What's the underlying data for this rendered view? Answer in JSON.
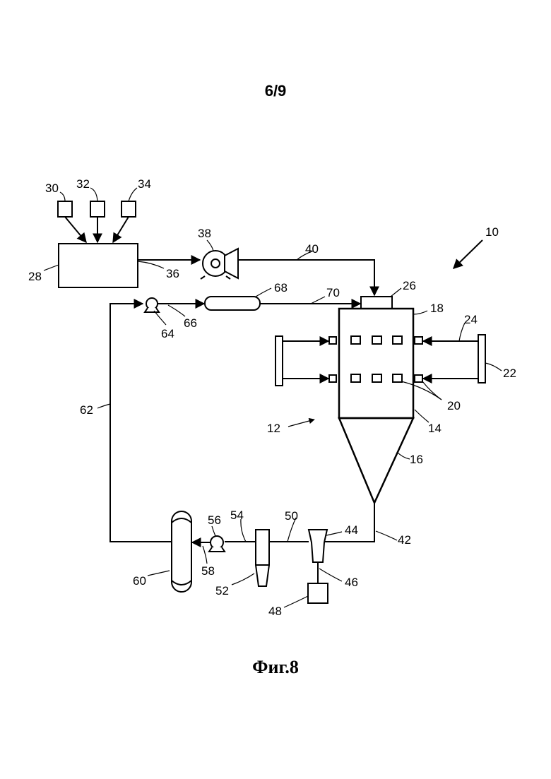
{
  "sheet": {
    "number": "6/9",
    "figure_caption": "Фиг.8"
  },
  "labels": {
    "l10": "10",
    "l12": "12",
    "l14": "14",
    "l16": "16",
    "l18": "18",
    "l20": "20",
    "l22": "22",
    "l24": "24",
    "l26": "26",
    "l28": "28",
    "l30": "30",
    "l32": "32",
    "l34": "34",
    "l36": "36",
    "l38": "38",
    "l40": "40",
    "l42": "42",
    "l44": "44",
    "l46": "46",
    "l48": "48",
    "l50": "50",
    "l52": "52",
    "l54": "54",
    "l56": "56",
    "l58": "58",
    "l60": "60",
    "l62": "62",
    "l64": "64",
    "l66": "66",
    "l68": "68",
    "l70": "70"
  }
}
